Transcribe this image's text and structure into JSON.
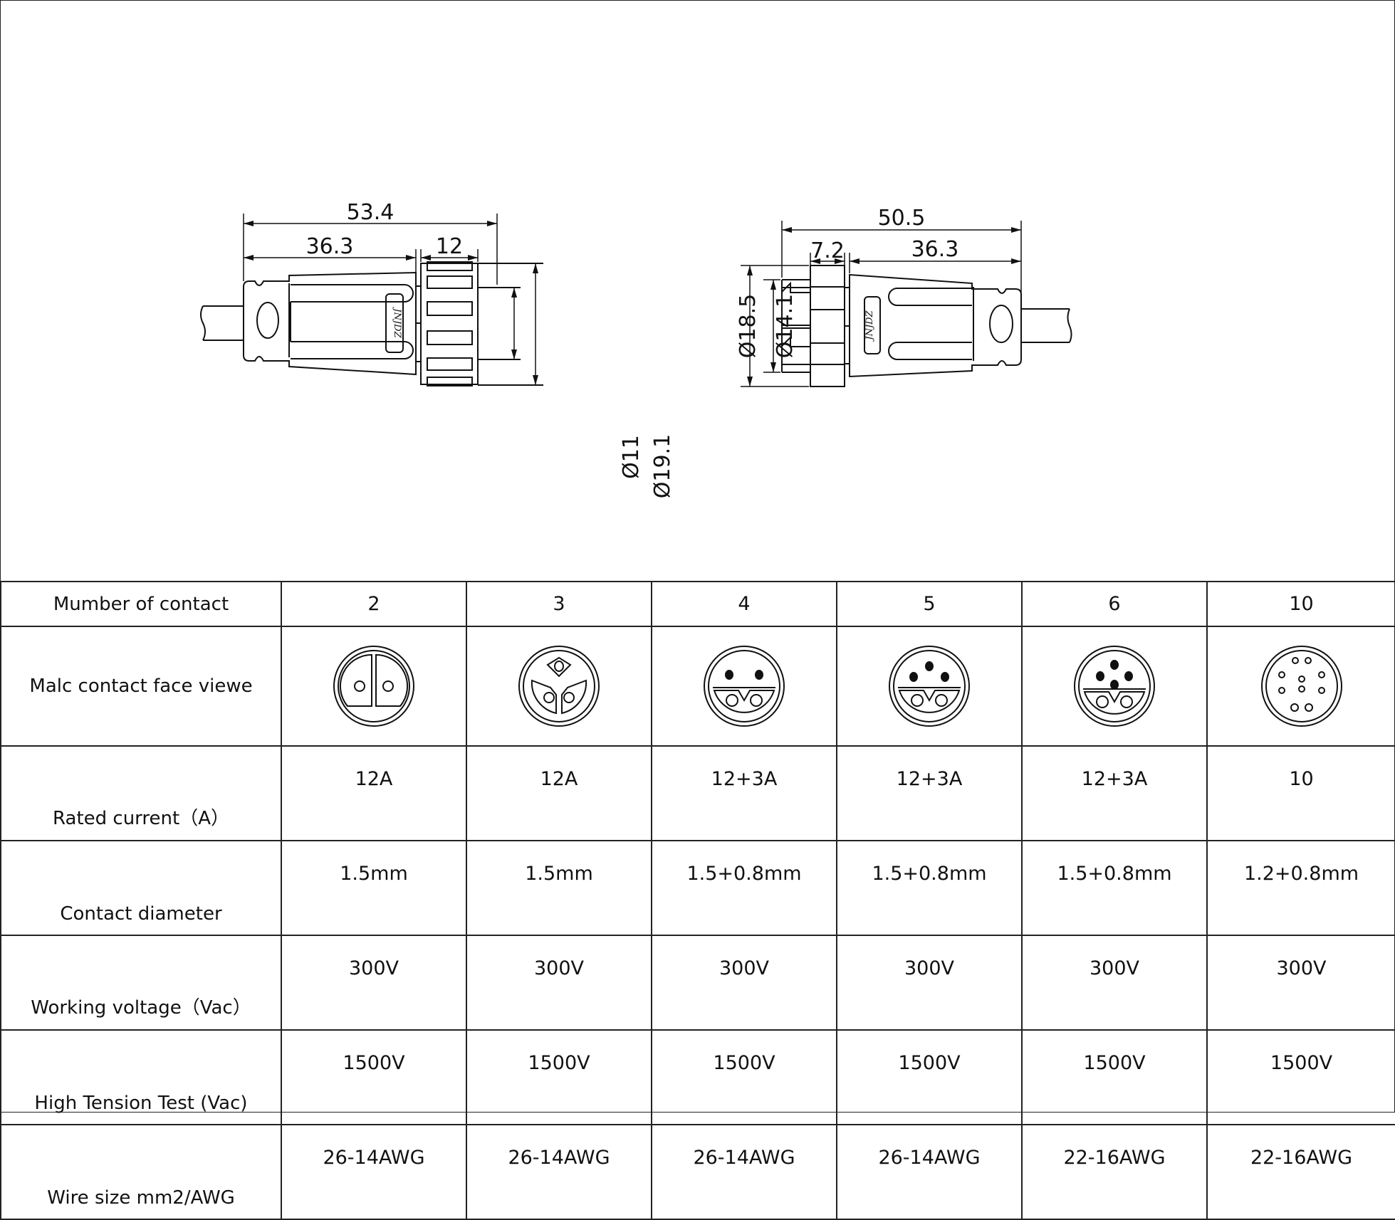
{
  "drawing": {
    "male": {
      "overall": "53.4",
      "body": "36.3",
      "nut": "12",
      "dia_inner": "Ø11",
      "dia_outer": "Ø19.1",
      "logo": "JNJDZ"
    },
    "female": {
      "overall": "50.5",
      "nut": "7.2",
      "body": "36.3",
      "dia_outer": "Ø18.5",
      "dia_inner": "Ø14.1",
      "logo": "JNJDZ"
    }
  },
  "table": {
    "columns": [
      "2",
      "3",
      "4",
      "5",
      "6",
      "10"
    ],
    "rows": [
      {
        "label": "Mumber of contact"
      },
      {
        "label": "Malc contact face viewe",
        "faces": [
          "2-pin",
          "3-pin",
          "4-pin",
          "5-pin",
          "6-pin",
          "10-pin"
        ]
      },
      {
        "label": "Rated current（A）",
        "values": [
          "12A",
          "12A",
          "12+3A",
          "12+3A",
          "12+3A",
          "10"
        ]
      },
      {
        "label": "Contact diameter",
        "values": [
          "1.5mm",
          "1.5mm",
          "1.5+0.8mm",
          "1.5+0.8mm",
          "1.5+0.8mm",
          "1.2+0.8mm"
        ]
      },
      {
        "label": "Working voltage（Vac）",
        "values": [
          "300V",
          "300V",
          "300V",
          "300V",
          "300V",
          "300V"
        ]
      },
      {
        "label": "High Tension Test  (Vac)",
        "values": [
          "1500V",
          "1500V",
          "1500V",
          "1500V",
          "1500V",
          "1500V"
        ]
      },
      {
        "label": "Wire size mm2/AWG",
        "values": [
          "26-14AWG",
          "26-14AWG",
          "26-14AWG",
          "26-14AWG",
          "22-16AWG",
          "22-16AWG"
        ]
      }
    ]
  }
}
